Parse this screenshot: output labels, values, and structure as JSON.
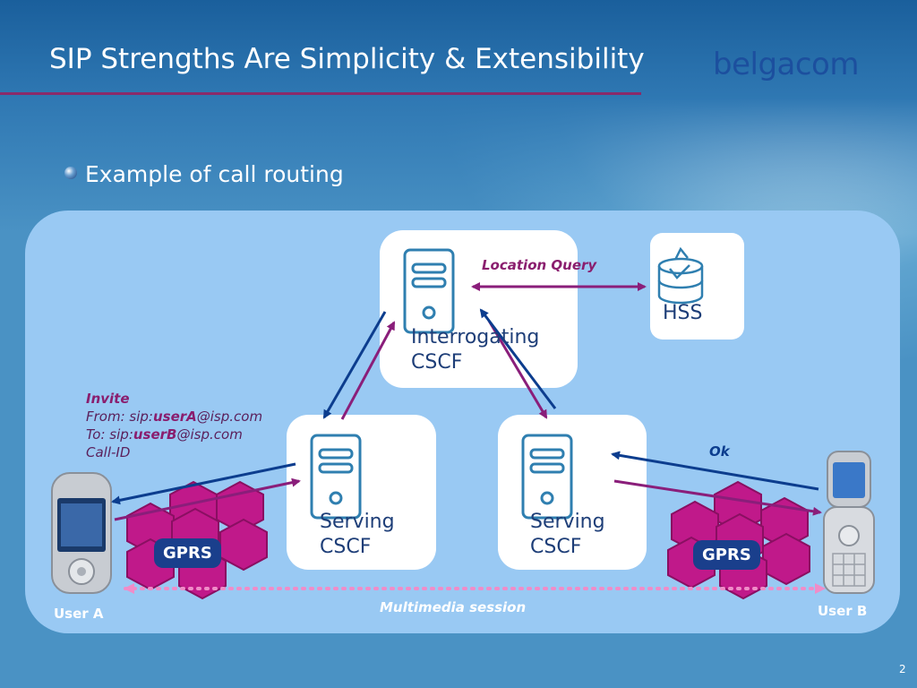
{
  "slide": {
    "title": "SIP Strengths Are Simplicity & Extensibility",
    "logo_text": "belgacom",
    "subtitle": "Example of call routing",
    "page_number": "2"
  },
  "nodes": {
    "interrogating": {
      "line1": "Interrogating",
      "line2": "CSCF"
    },
    "hss": {
      "label": "HSS"
    },
    "serving_a": {
      "line1": "Serving",
      "line2": "CSCF"
    },
    "serving_b": {
      "line1": "Serving",
      "line2": "CSCF"
    }
  },
  "networks": {
    "left": "GPRS",
    "right": "GPRS"
  },
  "users": {
    "a": "User A",
    "b": "User B"
  },
  "messages": {
    "location_query": "Location Query",
    "ok": "Ok",
    "multimedia_session": "Multimedia session",
    "invite": {
      "header": "Invite",
      "from_prefix": "From: sip:",
      "from_user": "userA",
      "from_domain": "@isp.com",
      "to_prefix": "To: sip:",
      "to_user": "userB",
      "to_domain": "@isp.com",
      "call_id": "Call-ID"
    }
  },
  "colors": {
    "signal_purple": "#8a1e7a",
    "signal_blue": "#0c3d8e",
    "hex_magenta": "#c0198a",
    "session_pink": "#f08cc8",
    "panel": "#99c9f3",
    "title_rule": "#8a2a6a"
  },
  "icons": {
    "server": "server-icon",
    "database": "database-icon",
    "phone_a": "mobile-phone-icon",
    "phone_b": "flip-phone-icon"
  }
}
